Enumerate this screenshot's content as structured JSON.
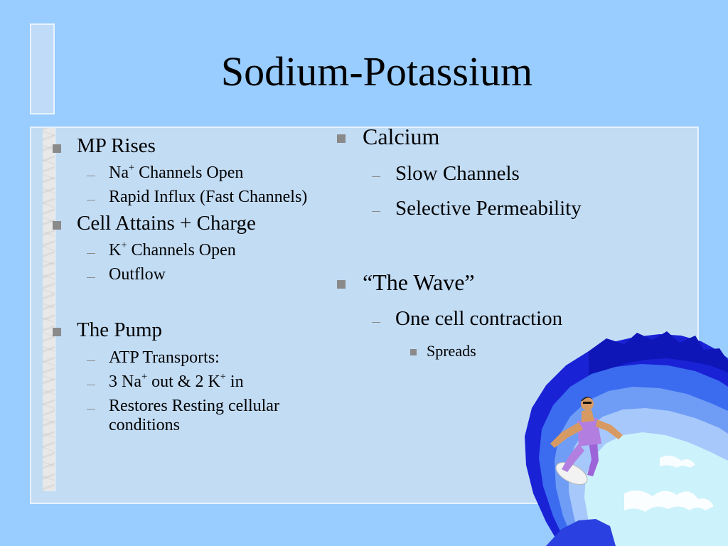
{
  "slide": {
    "title": "Sodium-Potassium"
  },
  "left_column": {
    "mp_rises": "MP Rises",
    "na_label": "Na",
    "na_channels_open": "Channels Open",
    "rapid_influx": "Rapid Influx (Fast Channels)",
    "cell_attains": "Cell Attains + Charge",
    "k_label": "K",
    "k_channels_open": "Channels Open",
    "outflow": "Outflow",
    "the_pump": "The Pump",
    "atp_transports": "ATP Transports:",
    "three_na": "3 Na",
    "out_and_two_k": "out & 2 K",
    "in": "in",
    "restores_line1": "Restores Resting cellular",
    "restores_line2": "conditions",
    "plus_sign": "+"
  },
  "right_column": {
    "calcium": "Calcium",
    "slow_channels": "Slow Channels",
    "selective_permeability": "Selective Permeability",
    "the_wave": "“The Wave”",
    "one_cell_contraction": "One cell contraction",
    "spreads": "Spreads"
  },
  "clipart": {
    "icon": "surfer-wave-icon"
  },
  "colors": {
    "background": "#99ccff",
    "panel": "#c2dcf4",
    "bullet": "#8a8a8a"
  }
}
